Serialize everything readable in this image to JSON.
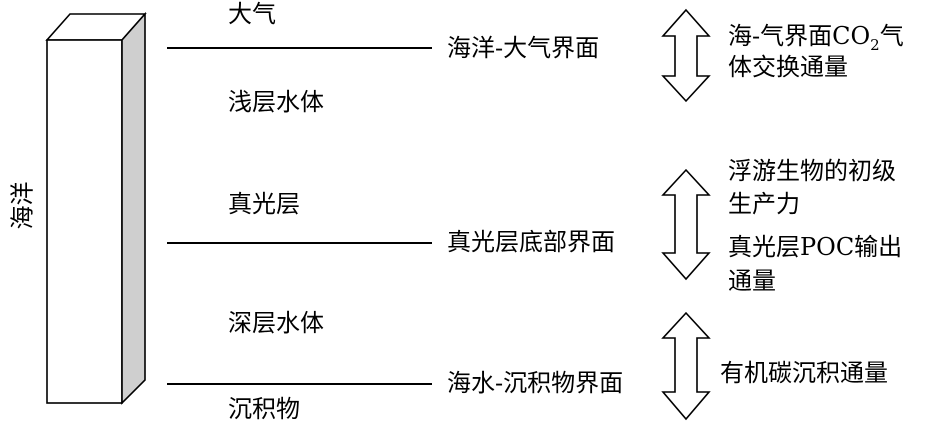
{
  "column": {
    "label": "海洋"
  },
  "layers": {
    "atmosphere": "大气",
    "shallow_water": "浅层水体",
    "euphotic": "真光层",
    "deep_water": "深层水体",
    "sediment": "沉积物"
  },
  "interfaces": {
    "ocean_atmosphere": "海洋-大气界面",
    "euphotic_bottom": "真光层底部界面",
    "water_sediment": "海水-沉积物界面"
  },
  "fluxes": {
    "gas_exchange": {
      "pre": "海-气界面CO",
      "sub": "2",
      "post": "气",
      "line2": "体交换通量"
    },
    "primary_production": {
      "line1": "浮游生物的初级",
      "line2": "生产力"
    },
    "poc_export": {
      "line1": "真光层POC输出",
      "line2": "通量"
    },
    "burial": "有机碳沉积通量"
  }
}
